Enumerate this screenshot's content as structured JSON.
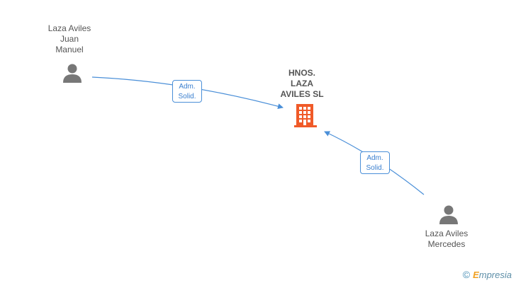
{
  "nodes": {
    "person1": {
      "label": "Laza Aviles\nJuan\nManuel"
    },
    "company": {
      "label": "HNOS.\nLAZA\nAVILES SL"
    },
    "person2": {
      "label": "Laza Aviles\nMercedes"
    }
  },
  "edges": [
    {
      "label": "Adm.\nSolid."
    },
    {
      "label": "Adm.\nSolid."
    }
  ],
  "colors": {
    "edge": "#4a8fd8",
    "person_icon": "#777777",
    "company_icon": "#f05a28"
  },
  "watermark": {
    "copyright": "©",
    "brand_initial": "E",
    "brand_rest": "mpresia"
  }
}
